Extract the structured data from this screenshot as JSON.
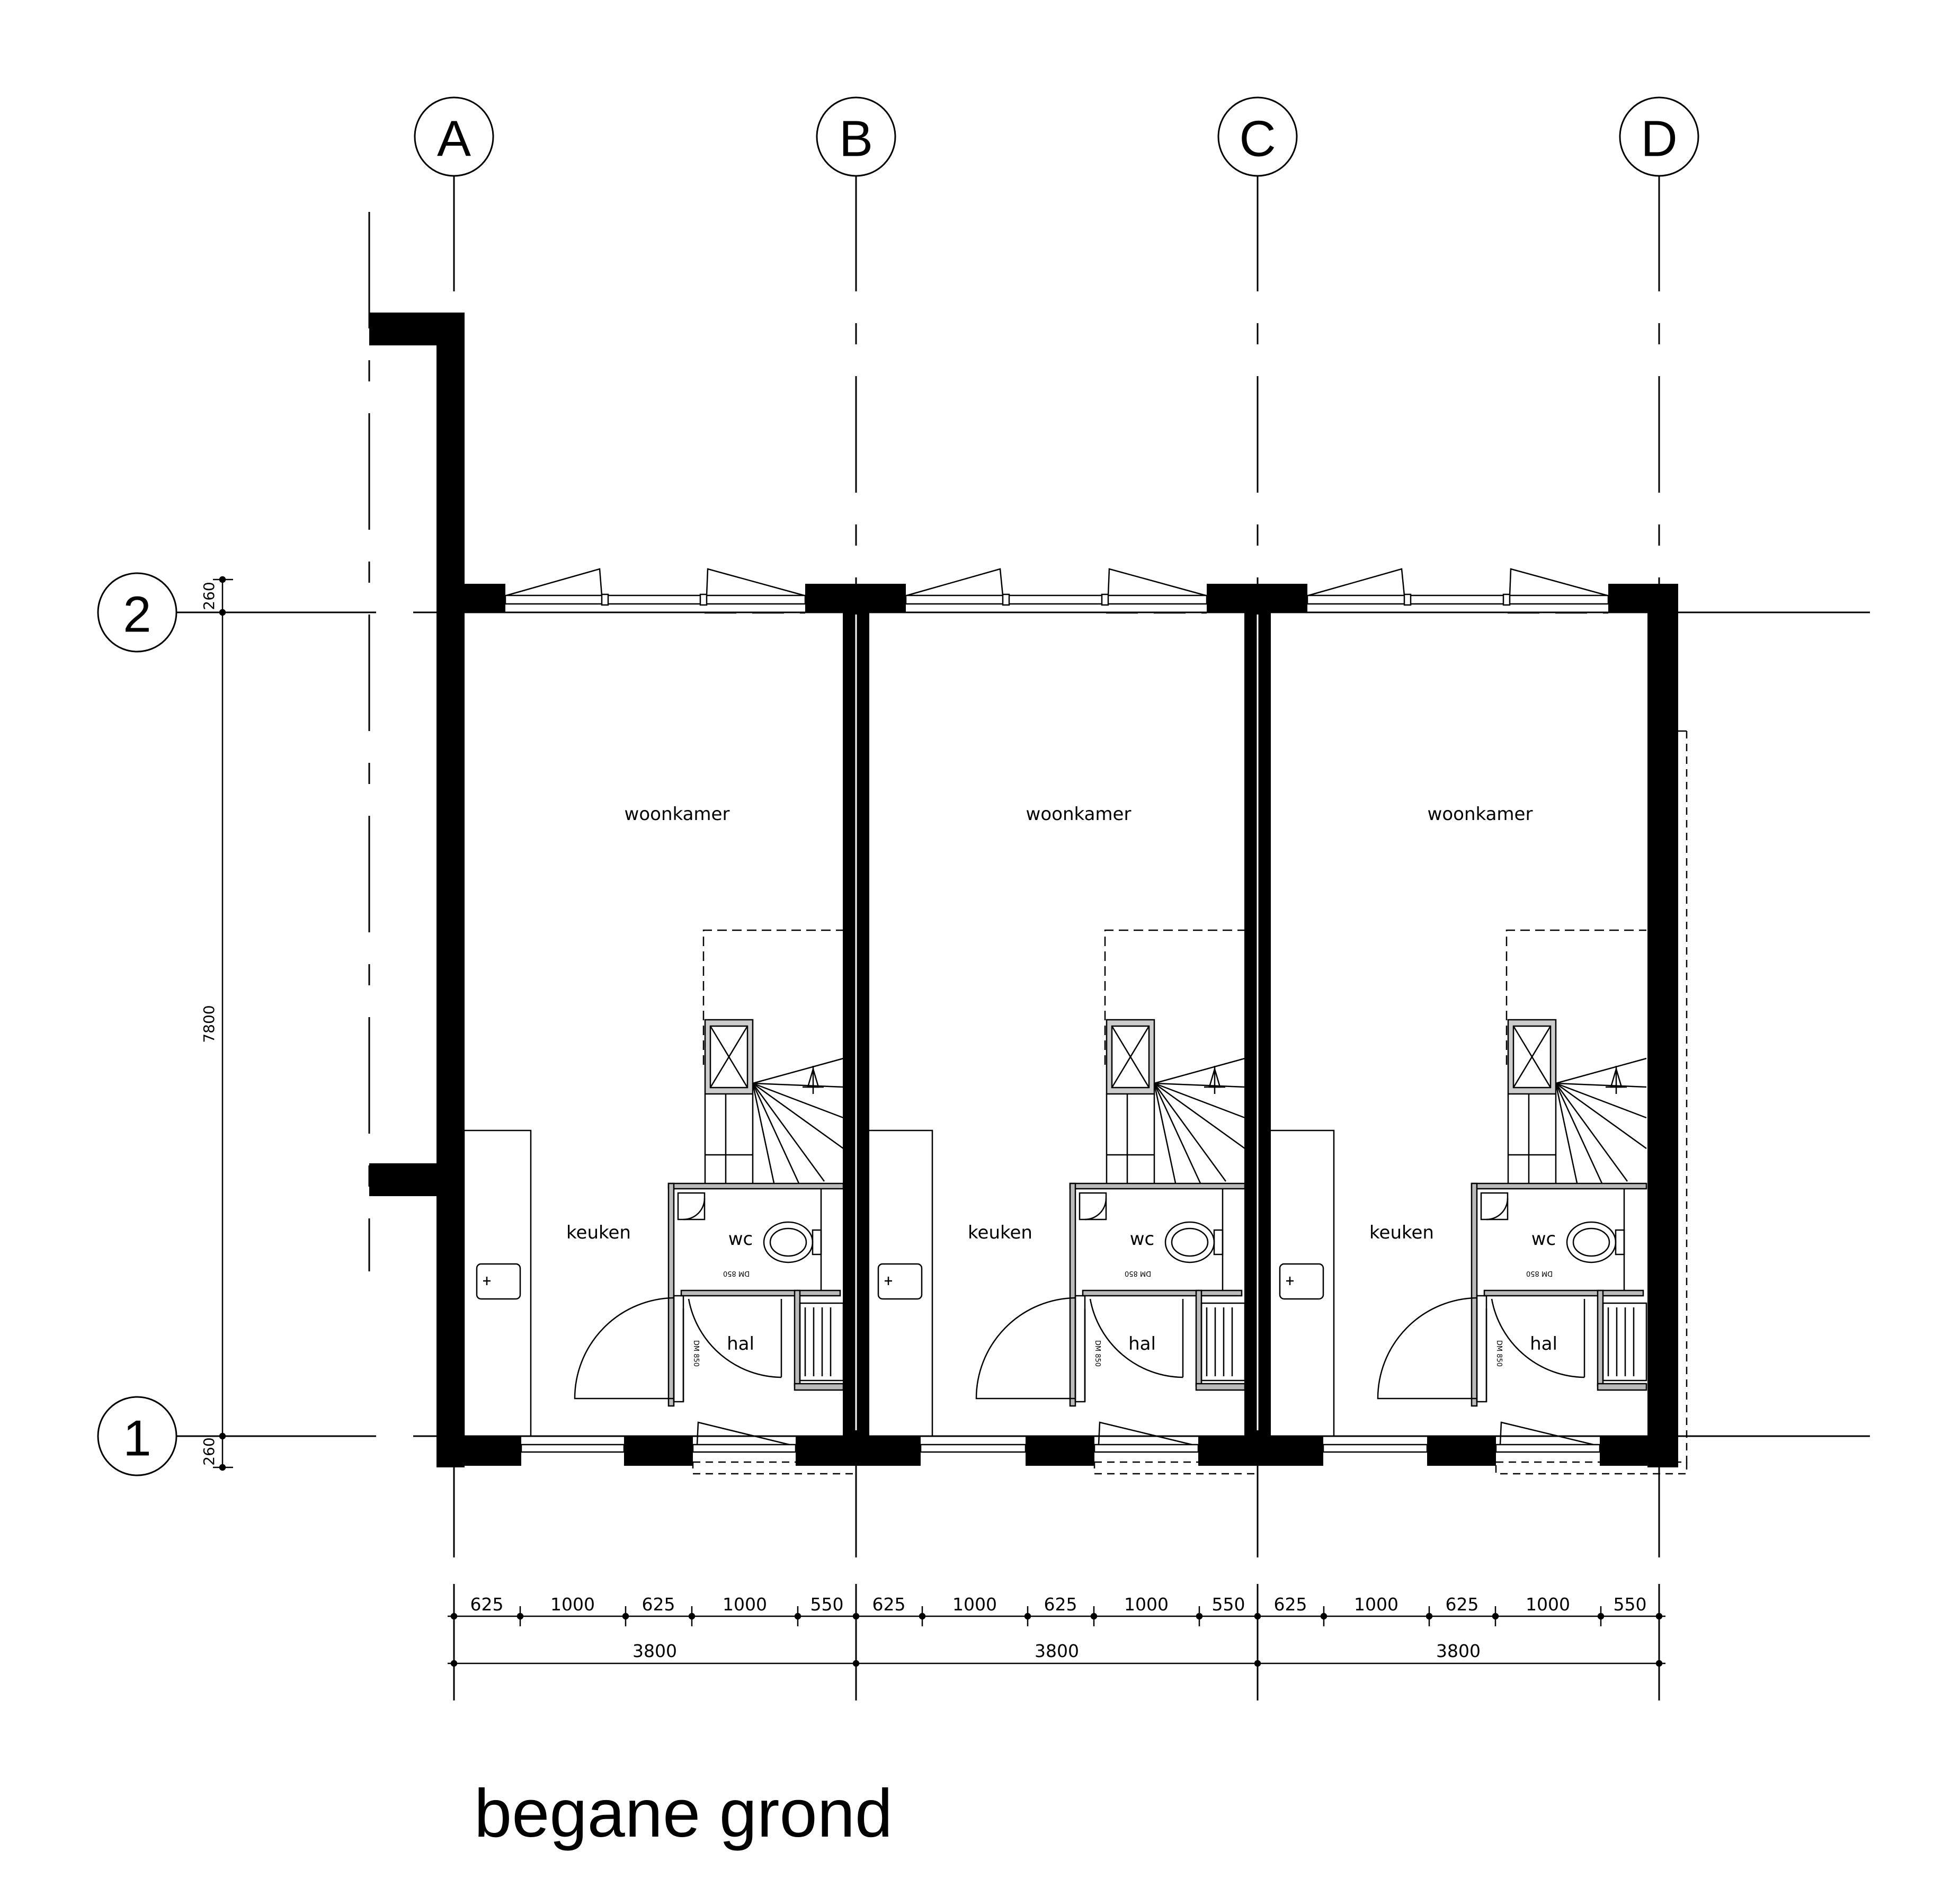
{
  "grid_axes": {
    "columns": [
      "A",
      "B",
      "C",
      "D"
    ],
    "rows": [
      "2",
      "1"
    ]
  },
  "dimensions": {
    "vertical_total": "7800",
    "vertical_top_wall": "260",
    "vertical_bottom_wall": "260",
    "segments": [
      "625",
      "1000",
      "625",
      "1000",
      "550"
    ],
    "unit_width": "3800"
  },
  "rooms": {
    "living_room": "woonkamer",
    "kitchen": "keuken",
    "toilet": "wc",
    "hall": "hal",
    "door_note": "DM 850"
  },
  "title": "begane grond"
}
